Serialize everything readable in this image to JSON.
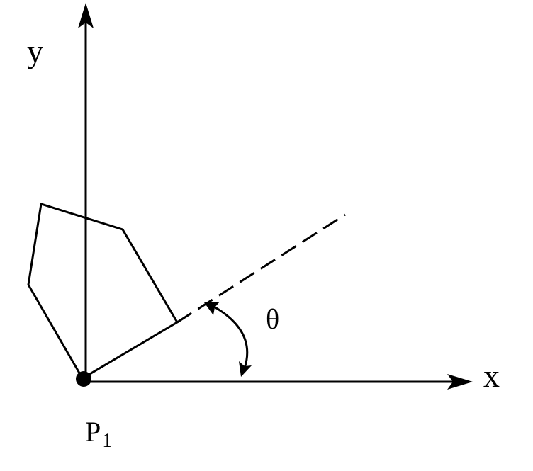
{
  "diagram": {
    "axis_x_label": "x",
    "axis_y_label": "y",
    "angle_label": "θ",
    "point_label": "P",
    "point_subscript": "1",
    "colors": {
      "stroke": "#000000",
      "background": "#ffffff"
    }
  }
}
